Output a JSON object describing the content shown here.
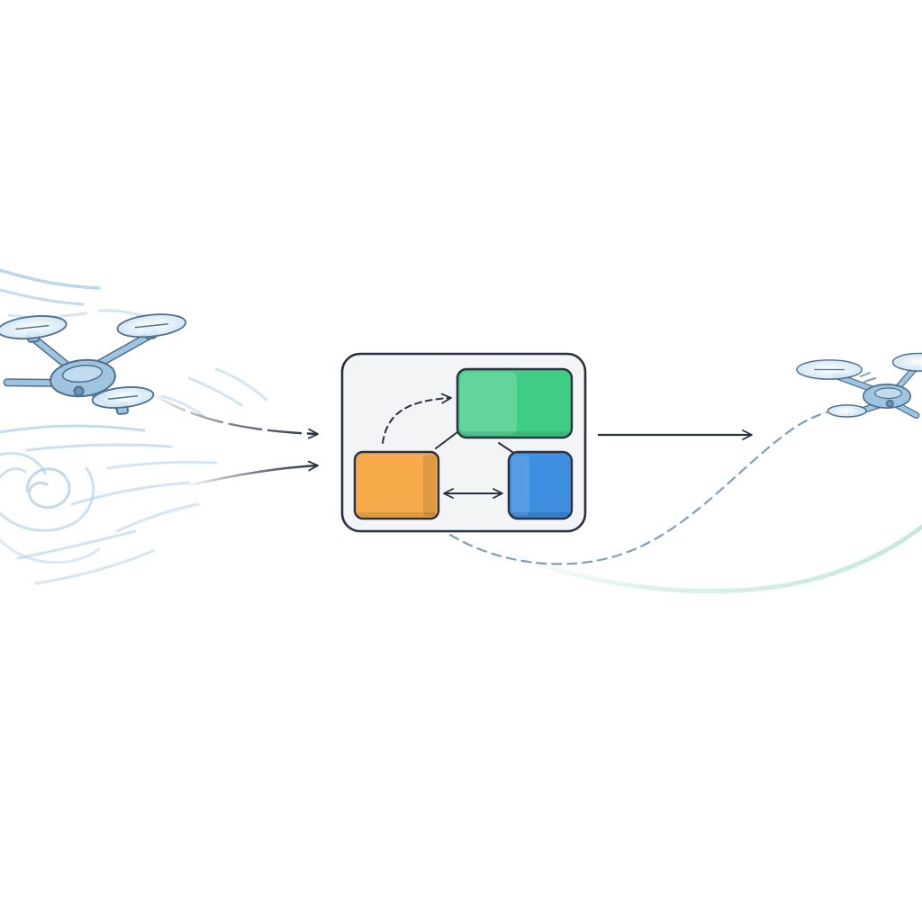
{
  "colors": {
    "background": "#ffffff",
    "ink": "#2b3040",
    "wind": "#a9cde6",
    "drone_body": "#9ec4e0",
    "drone_outline": "#4f6f8e",
    "rotor_disc": "#d8ebf7",
    "panel_fill": "#f2f4f5",
    "panel_border": "#2b3040",
    "module_green": "#3fcc85",
    "module_orange": "#f8ab4b",
    "module_blue": "#3f8fe0",
    "trajectory_dash": "#7e9fc0",
    "trajectory_glow": "#bfe6d6"
  },
  "nodes": [
    {
      "id": "drone-disturbed",
      "icon": "drone-icon"
    },
    {
      "id": "wind-disturbance",
      "icon": "wind-swirl-icon"
    },
    {
      "id": "controller-panel",
      "icon": "controller-block-icon"
    },
    {
      "id": "module-green",
      "icon": "green-module-icon"
    },
    {
      "id": "module-orange",
      "icon": "orange-module-icon"
    },
    {
      "id": "module-blue",
      "icon": "blue-module-icon"
    },
    {
      "id": "drone-stabilized",
      "icon": "drone-icon"
    }
  ],
  "edges": [
    {
      "from": "drone-disturbed",
      "to": "controller-panel"
    },
    {
      "from": "wind-disturbance",
      "to": "controller-panel"
    },
    {
      "from": "module-orange",
      "to": "module-green"
    },
    {
      "from": "module-green",
      "to": "module-orange"
    },
    {
      "from": "module-orange",
      "to": "module-blue"
    },
    {
      "from": "controller-panel",
      "to": "drone-stabilized"
    }
  ]
}
